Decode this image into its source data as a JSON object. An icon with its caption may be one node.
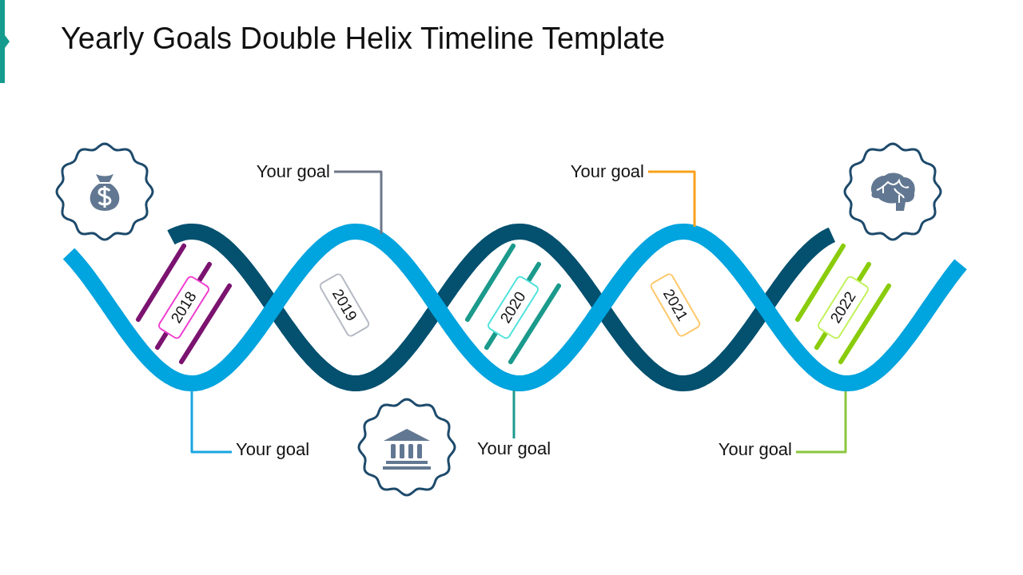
{
  "diagram": {
    "title": "Yearly Goals Double Helix Timeline Template",
    "nodes": [
      {
        "text": [
          "Your goal"
        ]
      },
      {
        "text": [
          "Your goal"
        ]
      },
      {
        "text": [
          "2018"
        ]
      },
      {
        "text": [
          "2019"
        ]
      },
      {
        "text": [
          "2020"
        ]
      },
      {
        "text": [
          "2021"
        ]
      },
      {
        "text": [
          "2022"
        ]
      },
      {
        "text": [
          "Your goal"
        ]
      },
      {
        "text": [
          "Your goal"
        ]
      },
      {
        "text": [
          "Your goal"
        ]
      }
    ],
    "edges": [
      {
        "from": 0,
        "to": null,
        "arrow": "none",
        "color": "#6e7789"
      },
      {
        "from": 1,
        "to": null,
        "arrow": "none",
        "color": "#f9a11b"
      },
      {
        "from": 7,
        "to": null,
        "arrow": "none",
        "color": "#1aa6df"
      },
      {
        "from": 8,
        "to": null,
        "arrow": "none",
        "color": "#1e9a8c"
      },
      {
        "from": 9,
        "to": null,
        "arrow": "none",
        "color": "#8cc63f"
      }
    ]
  }
}
